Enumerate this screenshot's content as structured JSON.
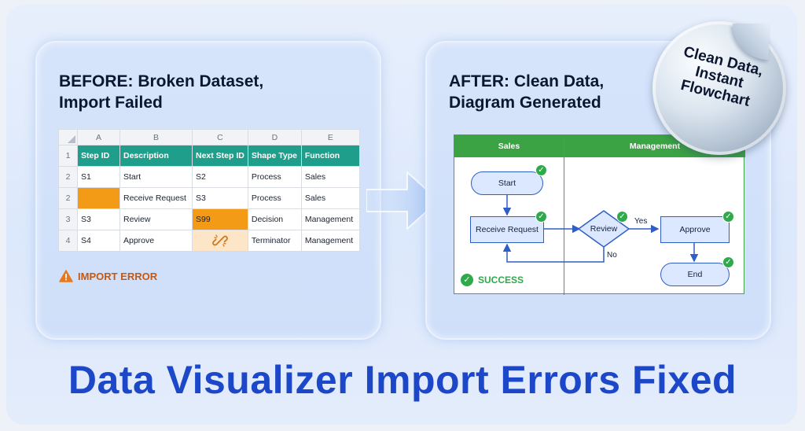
{
  "before": {
    "title_line1": "BEFORE: Broken Dataset,",
    "title_line2": "Import Failed",
    "columns": [
      "A",
      "B",
      "C",
      "D",
      "E"
    ],
    "header": [
      "Step ID",
      "Description",
      "Next Step ID",
      "Shape Type",
      "Function"
    ],
    "rows": [
      {
        "num": "1"
      },
      {
        "num": "2",
        "cells": [
          "S1",
          "Start",
          "S2",
          "Process",
          "Sales"
        ]
      },
      {
        "num": "2",
        "cells": [
          "",
          "Receive Request",
          "S3",
          "Process",
          "Sales"
        ]
      },
      {
        "num": "3",
        "cells": [
          "S3",
          "Review",
          "S99",
          "Decision",
          "Management"
        ]
      },
      {
        "num": "4",
        "cells": [
          "S4",
          "Approve",
          "",
          "Terminator",
          "Management"
        ]
      }
    ],
    "error_label": "IMPORT ERROR",
    "error_color": "#c8570f",
    "highlight_color": "#f39a16"
  },
  "after": {
    "title_line1": "AFTER: Clean Data,",
    "title_line2": "Diagram Generated",
    "lanes": [
      "Sales",
      "Management"
    ],
    "nodes": {
      "start": "Start",
      "receive": "Receive Request",
      "review": "Review",
      "approve": "Approve",
      "end": "End"
    },
    "edge_labels": {
      "yes": "Yes",
      "no": "No"
    },
    "success_label": "SUCCESS",
    "accent_color": "#3ba344"
  },
  "badge": {
    "line1": "Clean Data,",
    "line2": "Instant",
    "line3": "Flowchart"
  },
  "headline": "Data Visualizer Import Errors Fixed",
  "headline_color": "#1c47c9"
}
